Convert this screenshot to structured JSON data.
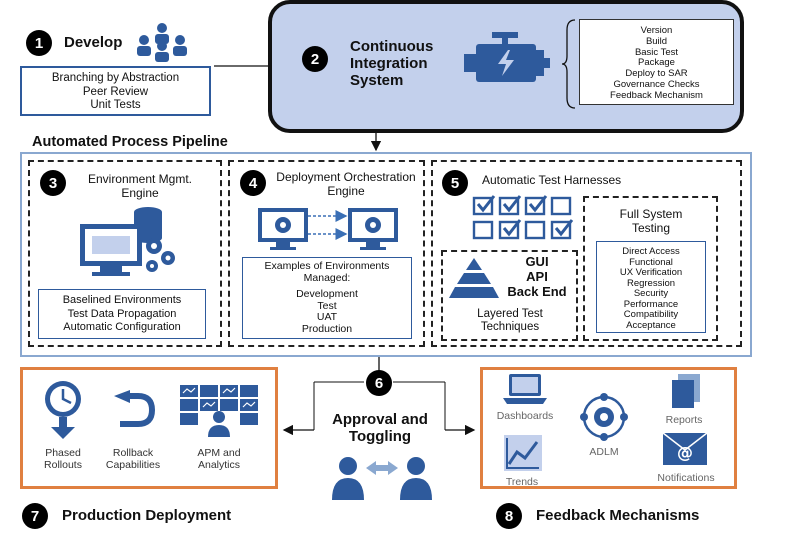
{
  "develop": {
    "num": "1",
    "title": "Develop",
    "items": [
      "Branching by Abstraction",
      "Peer Review",
      "Unit Tests"
    ]
  },
  "ci": {
    "num": "2",
    "title_lines": [
      "Continuous",
      "Integration",
      "System"
    ],
    "steps": [
      "Version",
      "Build",
      "Basic Test",
      "Package",
      "Deploy to SAR",
      "Governance Checks",
      "Feedback Mechanism"
    ]
  },
  "pipeline": {
    "title": "Automated Process Pipeline"
  },
  "env_mgmt": {
    "num": "3",
    "title_lines": [
      "Environment Mgmt.",
      "Engine"
    ],
    "items": [
      "Baselined Environments",
      "Test Data Propagation",
      "Automatic Configuration"
    ]
  },
  "deploy_orch": {
    "num": "4",
    "title_lines": [
      "Deployment Orchestration",
      "Engine"
    ],
    "examples_title_lines": [
      "Examples of Environments",
      "Managed:"
    ],
    "environments": [
      "Development",
      "Test",
      "UAT",
      "Production"
    ]
  },
  "test_harness": {
    "num": "5",
    "title": "Automatic Test Harnesses",
    "layers": [
      "GUI",
      "API",
      "Back End"
    ],
    "layered_title_lines": [
      "Layered Test",
      "Techniques"
    ],
    "full_system_title_lines": [
      "Full System",
      "Testing"
    ],
    "full_system_items": [
      "Direct Access",
      "Functional",
      "UX Verification",
      "Regression",
      "Security",
      "Performance",
      "Compatibility",
      "Acceptance"
    ]
  },
  "approval": {
    "num": "6",
    "title_lines": [
      "Approval and",
      "Toggling"
    ]
  },
  "production": {
    "num": "7",
    "title": "Production Deployment",
    "items": [
      {
        "lines": [
          "Phased",
          "Rollouts"
        ],
        "icon": "stopwatch-icon"
      },
      {
        "lines": [
          "Rollback",
          "Capabilities"
        ],
        "icon": "rollback-arrow-icon"
      },
      {
        "lines": [
          "APM and",
          "Analytics"
        ],
        "icon": "monitoring-room-icon"
      }
    ]
  },
  "feedback": {
    "num": "8",
    "title": "Feedback Mechanisms",
    "items": [
      {
        "label": "Dashboards",
        "icon": "laptop-icon"
      },
      {
        "label": "Trends",
        "icon": "trend-chart-icon"
      },
      {
        "label": "ADLM",
        "icon": "gear-network-icon"
      },
      {
        "label": "Reports",
        "icon": "documents-icon"
      },
      {
        "label": "Notifications",
        "icon": "mail-icon"
      }
    ]
  },
  "colors": {
    "blue": "#2e5a9c",
    "light_blue_fill": "#c3d0ec",
    "orange": "#e08040",
    "pipeline_border": "#8aa8d0"
  }
}
